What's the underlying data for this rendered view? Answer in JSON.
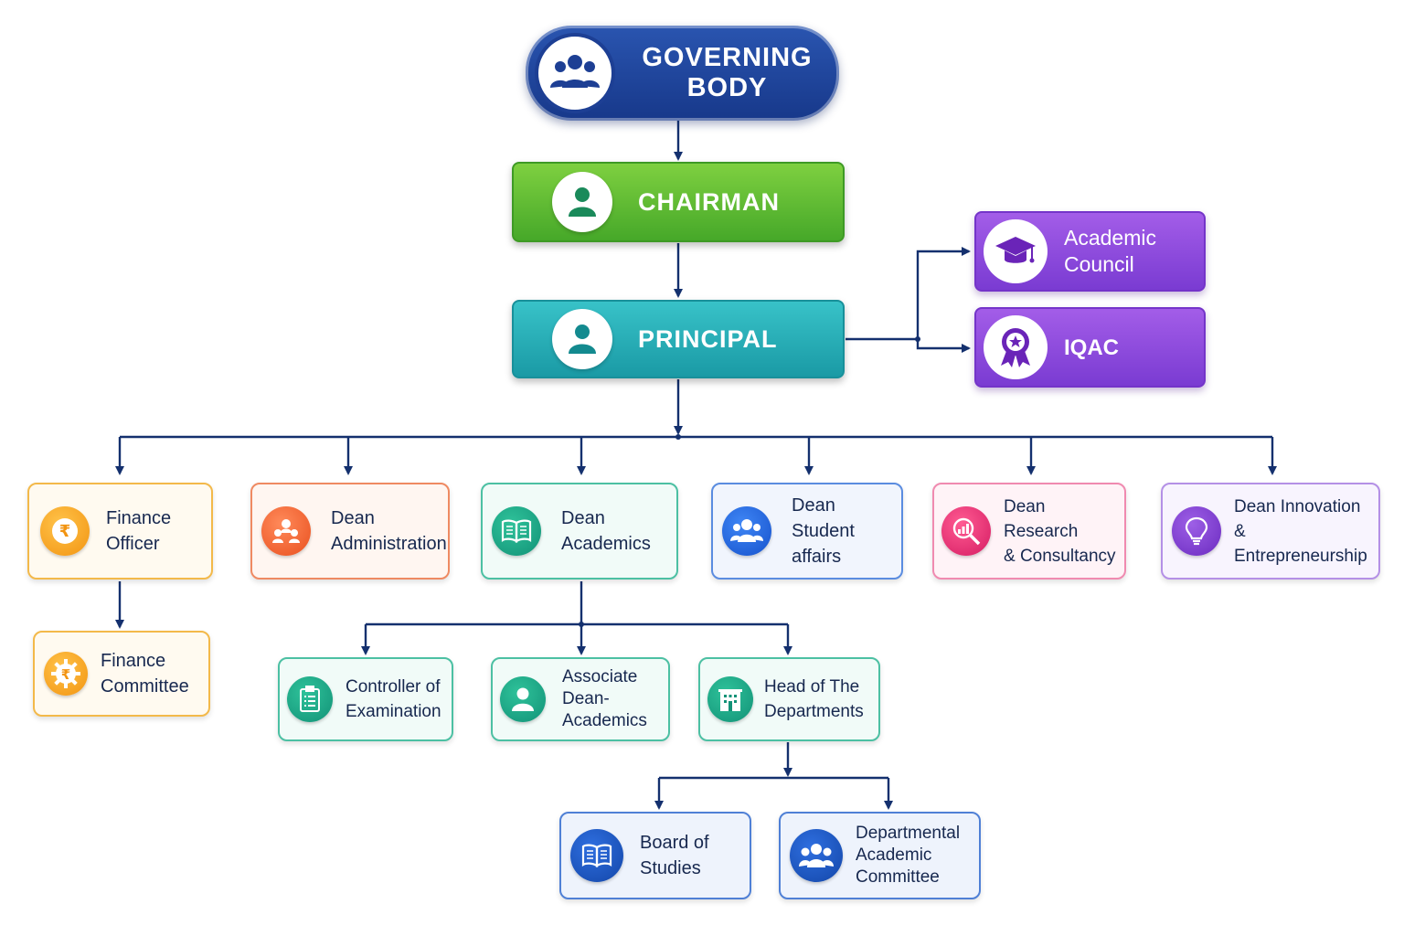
{
  "chart": {
    "top": {
      "governing_body": {
        "line1": "GOVERNING",
        "line2": "BODY",
        "icon": "group-icon"
      },
      "chairman": {
        "label": "CHAIRMAN",
        "icon": "person-icon"
      },
      "principal": {
        "label": "PRINCIPAL",
        "icon": "person-icon"
      }
    },
    "side": {
      "academic_council": {
        "line1": "Academic",
        "line2": "Council",
        "icon": "graduation-cap-icon"
      },
      "iqac": {
        "label": "IQAC",
        "icon": "award-badge-icon"
      }
    },
    "deans": [
      {
        "line1": "Finance",
        "line2": "Officer",
        "icon": "rupee-icon",
        "color": "#f29411"
      },
      {
        "line1": "Dean",
        "line2": "Administration",
        "icon": "admin-group-icon",
        "color": "#e9501f"
      },
      {
        "line1": "Dean",
        "line2": "Academics",
        "icon": "open-book-icon",
        "color": "#129277"
      },
      {
        "line1": "Dean Student",
        "line2": "affairs",
        "icon": "students-group-icon",
        "color": "#1652cc"
      },
      {
        "line1": "Dean Research",
        "line2": "& Consultancy",
        "icon": "research-magnifier-icon",
        "color": "#d51c63"
      },
      {
        "line1": "Dean Innovation",
        "line2": "& Entrepreneurship",
        "icon": "lightbulb-icon",
        "color": "#6b2bc0"
      }
    ],
    "finance_committee": {
      "line1": "Finance",
      "line2": "Committee",
      "icon": "rupee-gear-icon"
    },
    "academics_sub": [
      {
        "line1": "Controller of",
        "line2": "Examination",
        "line3": "",
        "icon": "clipboard-icon"
      },
      {
        "line1": "Associate",
        "line2": "Dean-",
        "line3": "Academics",
        "icon": "person-icon"
      },
      {
        "line1": "Head of The",
        "line2": "Departments",
        "line3": "",
        "icon": "building-icon"
      }
    ],
    "department_sub": [
      {
        "line1": "Board of",
        "line2": "Studies",
        "line3": "",
        "icon": "book-icon"
      },
      {
        "line1": "Departmental",
        "line2": "Academic",
        "line3": "Committee",
        "icon": "team-icon"
      }
    ]
  }
}
